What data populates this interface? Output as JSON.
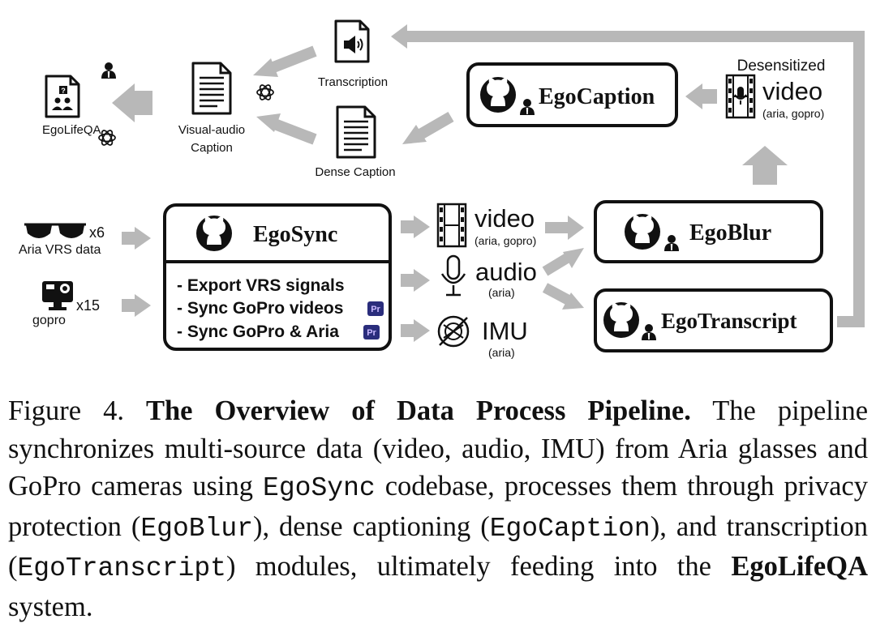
{
  "nodes": {
    "egolifeqa": "EgoLifeQA",
    "visual_audio_caption_1": "Visual-audio",
    "visual_audio_caption_2": "Caption",
    "transcription": "Transcription",
    "dense_caption": "Dense Caption",
    "egocaption": "EgoCaption",
    "desensitized": "Desensitized",
    "desensitized_video": "video",
    "desensitized_sources": "(aria, gopro)",
    "egosync": "EgoSync",
    "egosync_items": [
      "- Export VRS signals",
      "- Sync GoPro videos",
      "- Sync GoPro & Aria"
    ],
    "premiere_badge": "Pr",
    "aria_count": "x6",
    "aria_label": "Aria VRS data",
    "gopro_count": "x15",
    "gopro_label": "gopro",
    "video": "video",
    "video_sources": "(aria, gopro)",
    "audio": "audio",
    "audio_sources": "(aria)",
    "imu": "IMU",
    "imu_sources": "(aria)",
    "egoblur": "EgoBlur",
    "egotranscript": "EgoTranscript"
  },
  "caption": {
    "prefix": "Figure 4.",
    "title": "The Overview of Data Process Pipeline.",
    "t1": " The pipeline synchronizes multi-source data (video, audio, IMU) from Aria glasses and GoPro cameras using ",
    "code_egosync": "EgoSync",
    "t2": " codebase, processes them through privacy protection (",
    "code_egoblur": "EgoBlur",
    "t3": "), dense captioning (",
    "code_egocaption": "EgoCaption",
    "t4": "), and transcription (",
    "code_egotranscript": "EgoTranscript",
    "t5": ") modules, ultimately feeding into the ",
    "bold_egolifeqa": "EgoLifeQA",
    "t6": " system."
  },
  "colors": {
    "arrow": "#b8b8b8",
    "ink": "#111111",
    "badge": "#2a2d7c"
  }
}
